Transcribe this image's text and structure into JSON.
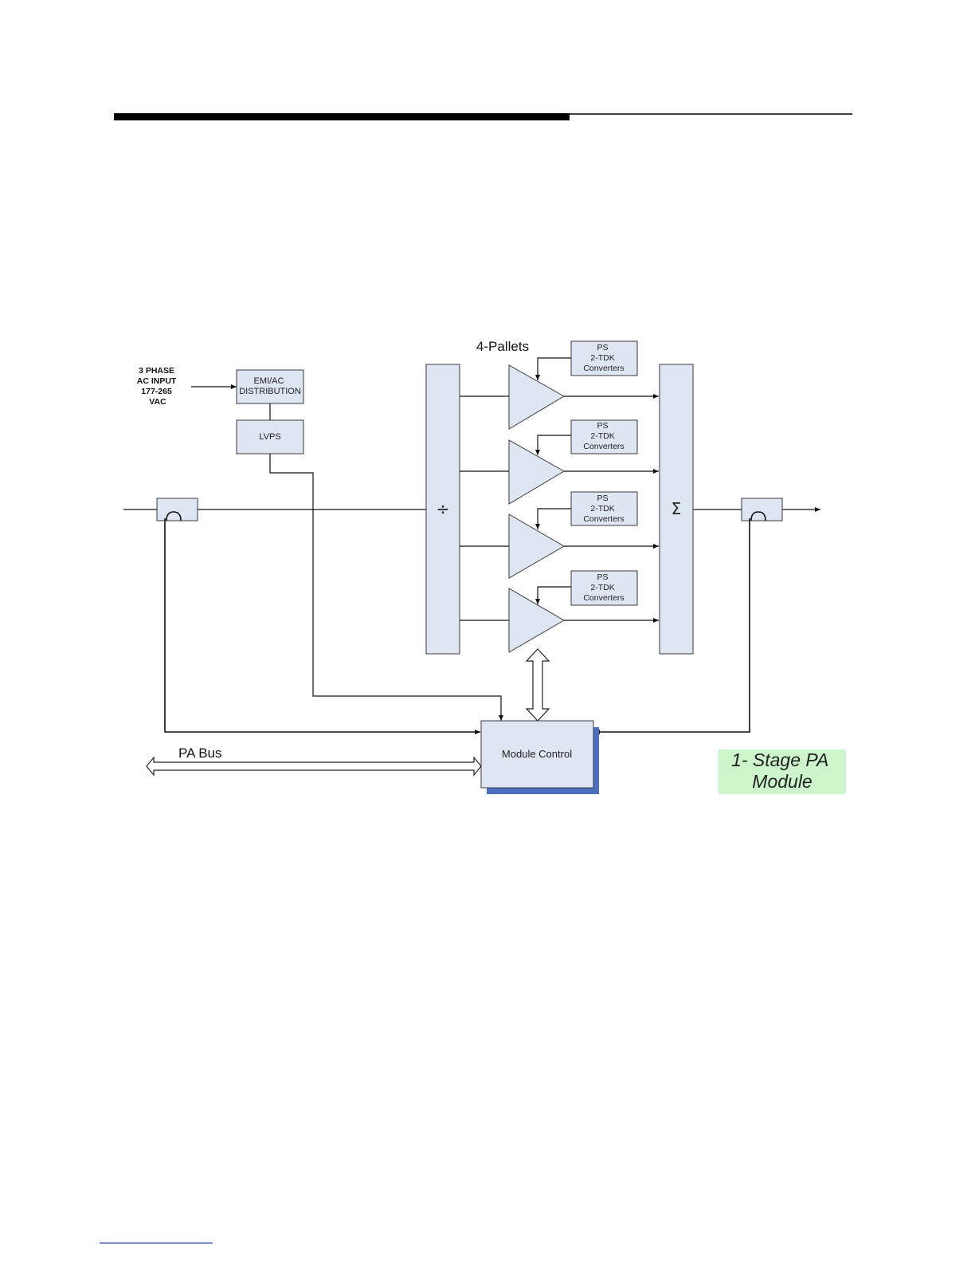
{
  "diagram": {
    "pallets_label": "4-Pallets",
    "ac_input_lines": [
      "3 PHASE",
      "AC INPUT",
      "177-265",
      "VAC"
    ],
    "emi_lines": [
      "EMI/AC",
      "DISTRIBUTION"
    ],
    "lvps": "LVPS",
    "ps_lines": [
      "PS",
      "2-TDK",
      "Converters"
    ],
    "divider_symbol": "÷",
    "combiner_symbol": "Σ",
    "module_control": "Module Control",
    "pa_bus": "PA Bus",
    "stage_lines": [
      "1- Stage PA",
      "Module"
    ],
    "colors": {
      "block_fill": "#dde6f2",
      "shadow": "#4a6fc0",
      "stage_bg": "#ccf5cc",
      "header_bar": "#000000",
      "footer_line": "#2a4bd7"
    }
  }
}
